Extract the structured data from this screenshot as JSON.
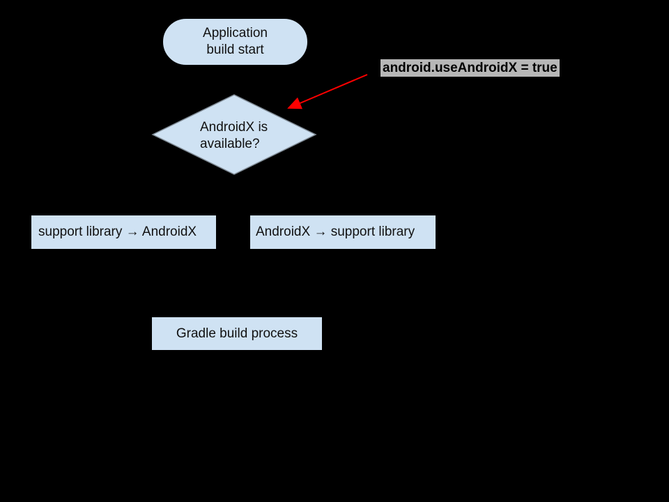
{
  "diagram": {
    "nodes": {
      "start": {
        "line1": "Application",
        "line2": "build start",
        "type": "terminator"
      },
      "decision": {
        "line1": "AndroidX is",
        "line2": "available?",
        "type": "decision"
      },
      "left_process": {
        "label": "support library → AndroidX",
        "type": "process"
      },
      "right_process": {
        "label": "AndroidX → support library",
        "type": "process"
      },
      "gradle": {
        "label": "Gradle build process",
        "type": "process"
      }
    },
    "annotation": {
      "label": "android.useAndroidX = true"
    },
    "colors": {
      "background": "#000000",
      "node_fill": "#cfe2f3",
      "node_text": "#111111",
      "node_border": "#000000",
      "diamond_stroke": "#7f8a94",
      "annotation_background": "#b7b7b7",
      "annotation_text": "#000000",
      "arrow": "#ff0000"
    }
  }
}
